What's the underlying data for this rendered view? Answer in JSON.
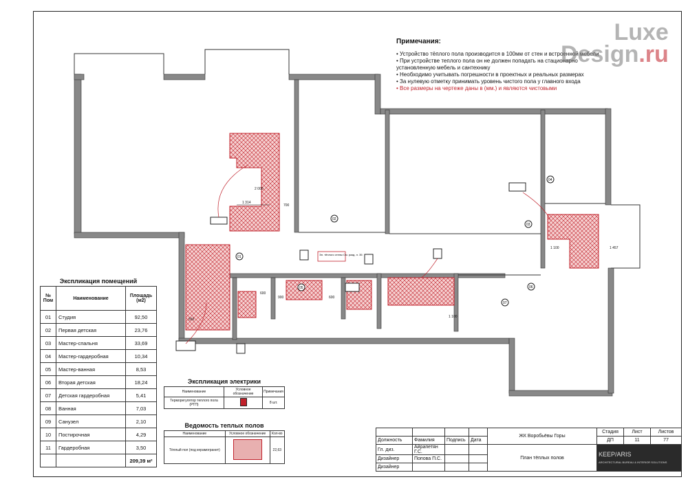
{
  "notes": {
    "title": "Примечания:",
    "lines": [
      "• Устройство тёплого пола  производится в 100мм от стен и встроенной мебели",
      "• При устройстве теплого пола он не должен попадать на стационарно установленную мебель и сантехнику",
      "• Необходимо учитывать погрешности в проектных и реальных размерах",
      "• За нулевую отметку принимать уровень чистого пола у главного входа"
    ],
    "red_line": "• Все размеры на чертеже даны в (мм.) и являются чистовыми"
  },
  "watermark": {
    "line1": "Luxe",
    "line2": "Design",
    "line2_suffix": ".ru"
  },
  "rooms_table": {
    "caption": "Экспликация помещений",
    "headers": [
      "№ Пом",
      "Наименование",
      "Площадь (м2)"
    ],
    "rows": [
      [
        "01",
        "Студия",
        "92,50"
      ],
      [
        "02",
        "Первая детская",
        "23,76"
      ],
      [
        "03",
        "Мастер-спальня",
        "33,69"
      ],
      [
        "04",
        "Мастер-гардеробная",
        "10,34"
      ],
      [
        "05",
        "Мастер-ванная",
        "8,53"
      ],
      [
        "06",
        "Вторая детская",
        "18,24"
      ],
      [
        "07",
        "Детская гардеробная",
        "5,41"
      ],
      [
        "08",
        "Ванная",
        "7,03"
      ],
      [
        "09",
        "Санузел",
        "2,10"
      ],
      [
        "10",
        "Постирочная",
        "4,29"
      ],
      [
        "11",
        "Гардеробная",
        "3,50"
      ]
    ],
    "total": "209,39 м²"
  },
  "electric_table": {
    "caption": "Экспликация электрики",
    "headers": [
      "Наименование",
      "Условное обозначение",
      "Примечания"
    ],
    "row": [
      "Терморегулятор теплого пола (РТП)",
      "8 шт."
    ]
  },
  "floor_table": {
    "caption": "Ведомость теплых полов",
    "headers": [
      "Наименование",
      "Условное обозначение",
      "Кол-во"
    ],
    "row": [
      "Тёплый пол (под керамогранит)",
      "22,63"
    ]
  },
  "stamp": {
    "project": "ЖК Воробьёвы Горы",
    "sheet_title": "План тёплых полов",
    "headers": [
      "Должность",
      "Фамилия",
      "Подпись",
      "Дата"
    ],
    "people": [
      [
        "Гл. диз.",
        "Айрапетян Г.С."
      ],
      [
        "Дизайнер",
        "Попова П.С."
      ],
      [
        "Дизайнер",
        ""
      ]
    ],
    "stage_headers": [
      "Стадия",
      "Лист",
      "Листов"
    ],
    "stage_values": [
      "ДП",
      "11",
      "77"
    ],
    "company": "KEEP/ARIS",
    "company_sub": "ARCHITECTURAL BUREAU & INTERIOR SOLUTIONS"
  },
  "plan_labels": {
    "rooms": [
      "01",
      "02",
      "03",
      "04",
      "05",
      "06",
      "07"
    ],
    "dims": [
      "1 314",
      "2 000",
      "700",
      "1 100",
      "1 457",
      "600",
      "900",
      "600",
      "550",
      "1 100"
    ],
    "callout": "Эл. тёплого стены См. разд. л. 35"
  },
  "colors": {
    "accent": "#c0202a",
    "wall": "#888888",
    "hatch_fill": "#f2c4c4"
  }
}
